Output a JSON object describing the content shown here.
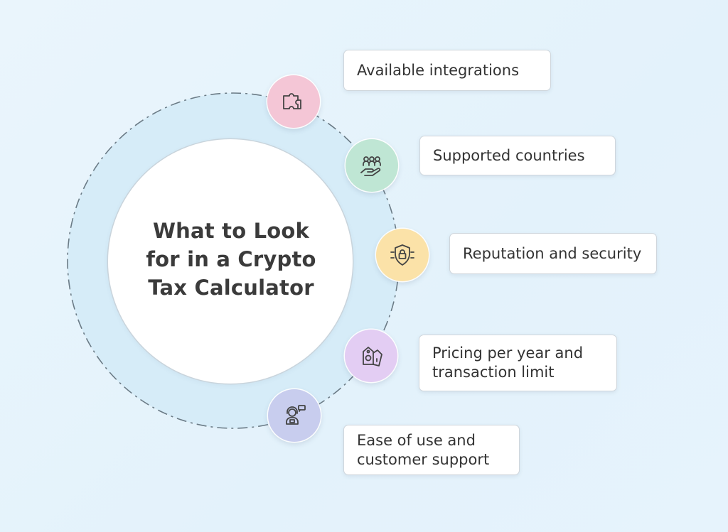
{
  "title_lines": [
    "What to Look",
    "for in a Crypto",
    "Tax Calculator"
  ],
  "items": [
    {
      "lines": [
        "Available integrations"
      ],
      "icon": "puzzle-icon",
      "color": "#f4c6d6"
    },
    {
      "lines": [
        "Supported countries"
      ],
      "icon": "people-hand-icon",
      "color": "#bfe6d4"
    },
    {
      "lines": [
        "Reputation and security"
      ],
      "icon": "shield-lock-icon",
      "color": "#fbe2a8"
    },
    {
      "lines": [
        "Pricing per year and",
        "transaction limit"
      ],
      "icon": "price-tag-icon",
      "color": "#e3cdf3"
    },
    {
      "lines": [
        "Ease of use and",
        "customer support"
      ],
      "icon": "support-agent-icon",
      "color": "#c8cdee"
    }
  ]
}
